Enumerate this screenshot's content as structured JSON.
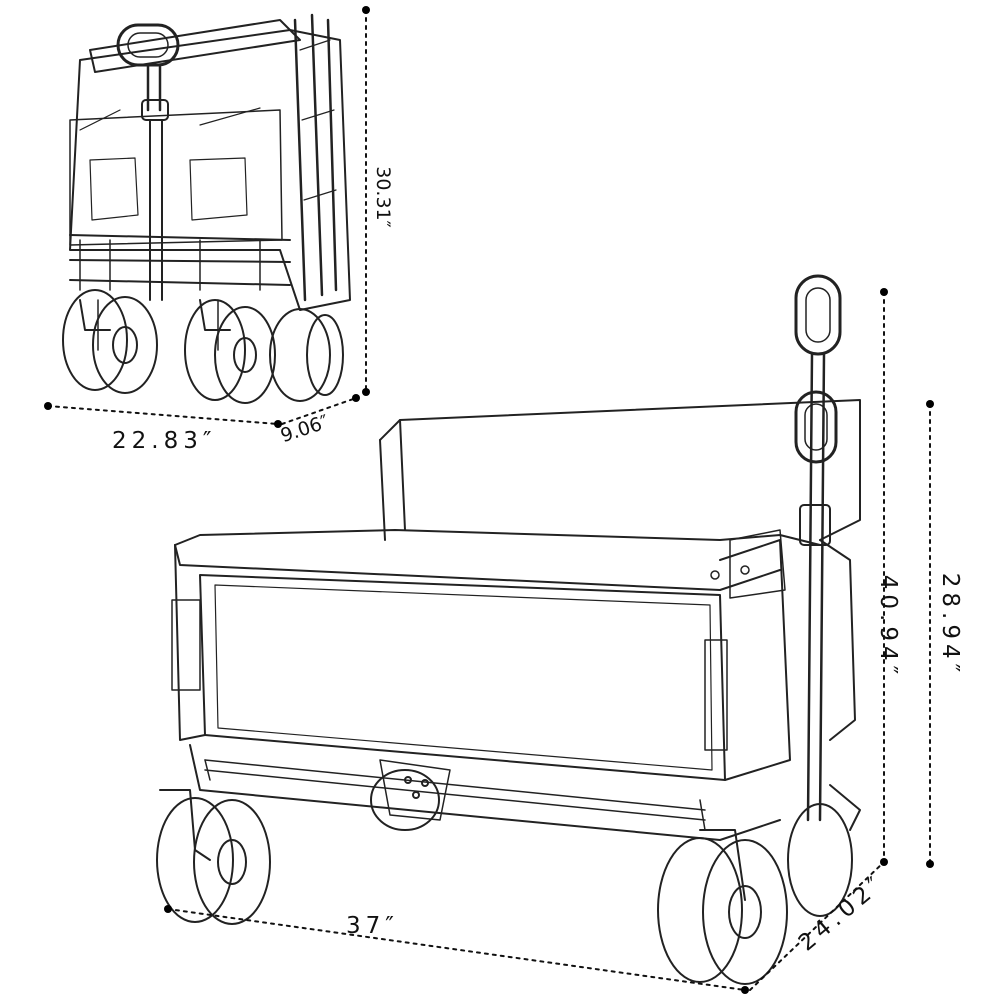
{
  "folded": {
    "width_label": "22.83″",
    "depth_label": "9.06″",
    "height_label": "30.31″"
  },
  "unfolded": {
    "length_label": "37″",
    "width_label": "24.02″",
    "total_height_label": "40.94″",
    "tub_height_label": "28.94″"
  },
  "colors": {
    "line": "#222222",
    "background": "#ffffff"
  }
}
